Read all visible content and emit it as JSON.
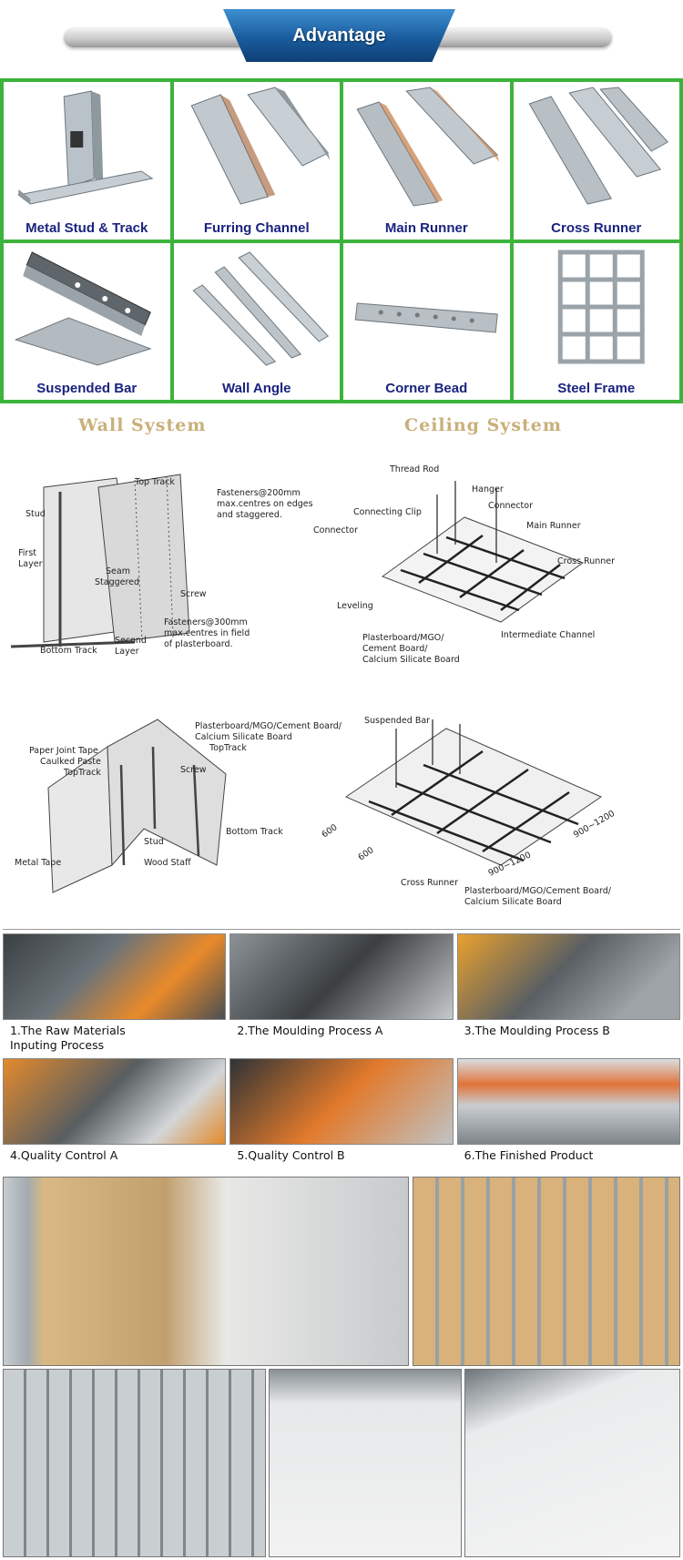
{
  "banner": {
    "title": "Advantage"
  },
  "products": [
    {
      "label": "Metal Stud & Track",
      "icon": "stud-track-icon"
    },
    {
      "label": "Furring Channel",
      "icon": "furring-channel-icon"
    },
    {
      "label": "Main Runner",
      "icon": "main-runner-icon"
    },
    {
      "label": "Cross Runner",
      "icon": "cross-runner-icon"
    },
    {
      "label": "Suspended Bar",
      "icon": "suspended-bar-icon"
    },
    {
      "label": "Wall Angle",
      "icon": "wall-angle-icon"
    },
    {
      "label": "Corner Bead",
      "icon": "corner-bead-icon"
    },
    {
      "label": "Steel Frame",
      "icon": "steel-frame-icon"
    }
  ],
  "systems": {
    "wall": "Wall System",
    "ceiling": "Ceiling System"
  },
  "wall_diagram_1": {
    "top_track": "Top Track",
    "stud": "Stud",
    "first_layer_1": "First",
    "first_layer_2": "Layer",
    "seam_1": "Seam",
    "seam_2": "Staggered",
    "screw": "Screw",
    "bottom_track": "Bottom Track",
    "second_layer_1": "Second",
    "second_layer_2": "Layer",
    "fast1_1": "Fasteners@200mm",
    "fast1_2": "max.centres on edges",
    "fast1_3": "and staggered.",
    "fast2_1": "Fasteners@300mm",
    "fast2_2": "max.centres in field",
    "fast2_3": "of plasterboard."
  },
  "ceiling_diagram_1": {
    "thread_rod": "Thread Rod",
    "hanger": "Hanger",
    "connecting_clip": "Connecting Clip",
    "connector_a": "Connector",
    "connector_b": "Connector",
    "main_runner": "Main Runner",
    "cross_runner": "Cross Runner",
    "leveling": "Leveling",
    "intermediate": "Intermediate Channel",
    "board_1": "Plasterboard/MGO/",
    "board_2": "Cement Board/",
    "board_3": "Calcium Silicate Board"
  },
  "wall_diagram_2": {
    "board_1": "Plasterboard/MGO/Cement Board/",
    "board_2": "Calcium Silicate Board",
    "toptrack_a": "TopTrack",
    "paper_joint": "Paper Joint Tape",
    "caulked": "Caulked Paste",
    "toptrack_b": "TopTrack",
    "screw": "Screw",
    "bottom_track": "Bottom Track",
    "stud": "Stud",
    "metal_tape": "Metal Tape",
    "wood_staff": "Wood Staff"
  },
  "ceiling_diagram_2": {
    "suspended_bar": "Suspended Bar",
    "cross_runner": "Cross Runner",
    "board_1": "Plasterboard/MGO/Cement Board/",
    "board_2": "Calcium Silicate Board",
    "dim_600a": "600",
    "dim_600b": "600",
    "dim_900a": "900~1200",
    "dim_900b": "900~1200"
  },
  "process": [
    {
      "caption_1": "1.The Raw Materials",
      "caption_2": "Inputing Process"
    },
    {
      "caption_1": "2.The Moulding Process A",
      "caption_2": ""
    },
    {
      "caption_1": "3.The Moulding Process B",
      "caption_2": ""
    },
    {
      "caption_1": "4.Quality Control A",
      "caption_2": ""
    },
    {
      "caption_1": "5.Quality Control B",
      "caption_2": ""
    },
    {
      "caption_1": "6.The Finished Product",
      "caption_2": ""
    }
  ]
}
